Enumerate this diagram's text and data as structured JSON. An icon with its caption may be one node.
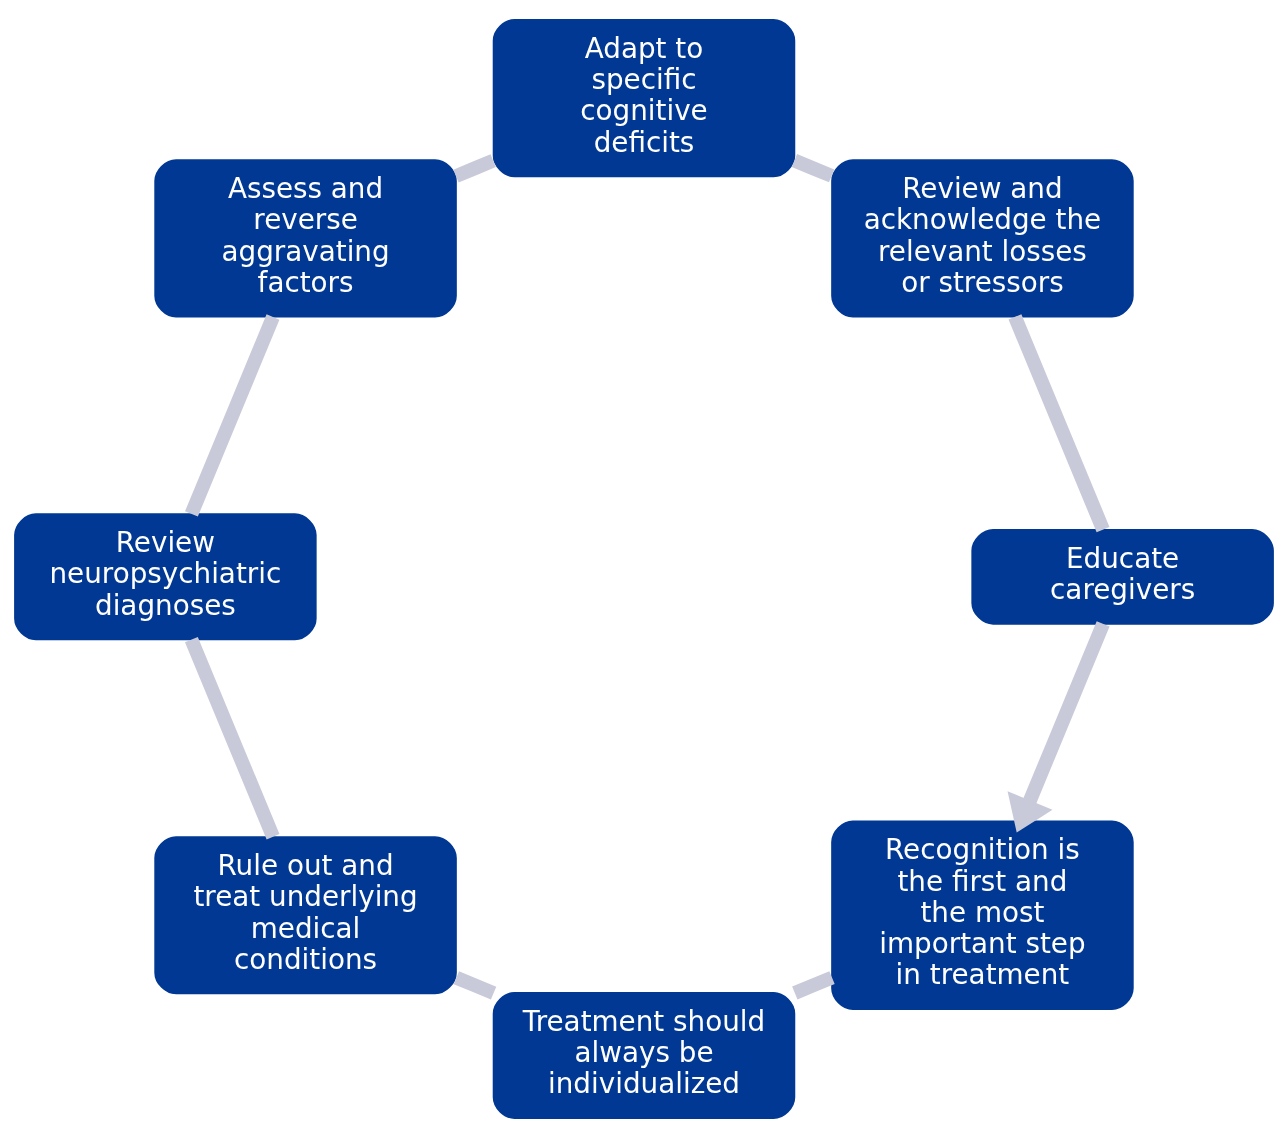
{
  "diagram": {
    "nodes": [
      {
        "text": [
          "Recognition is the first and the most important step in treatment"
        ]
      },
      {
        "text": [
          "Treatment should always be individualized"
        ]
      },
      {
        "text": [
          "Rule out and treat underlying medical conditions"
        ]
      },
      {
        "text": [
          "Review neuropsychiatric diagnoses"
        ]
      },
      {
        "text": [
          "Assess and reverse aggravating factors"
        ]
      },
      {
        "text": [
          "Adapt to specific cognitive deficits"
        ]
      },
      {
        "text": [
          "Review and acknowledge the relevant losses or stressors"
        ]
      },
      {
        "text": [
          "Educate caregivers"
        ]
      }
    ],
    "edges": [
      {
        "from": 0,
        "to": 1,
        "arrow": "none"
      },
      {
        "from": 1,
        "to": 2,
        "arrow": "none"
      },
      {
        "from": 2,
        "to": 3,
        "arrow": "none"
      },
      {
        "from": 3,
        "to": 4,
        "arrow": "none"
      },
      {
        "from": 4,
        "to": 5,
        "arrow": "none"
      },
      {
        "from": 5,
        "to": 6,
        "arrow": "none"
      },
      {
        "from": 6,
        "to": 7,
        "arrow": "none"
      },
      {
        "from": 7,
        "to": 0,
        "arrow": "to"
      }
    ]
  }
}
